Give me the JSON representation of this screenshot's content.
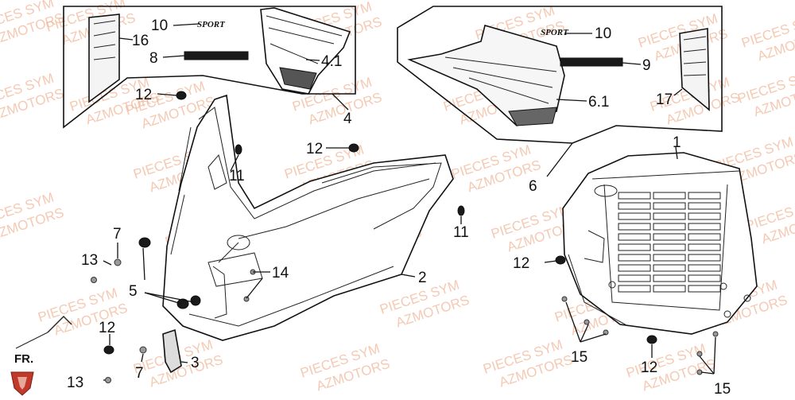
{
  "watermark": {
    "line1": "PIECES SYM",
    "line2": "AZMOTORS"
  },
  "decal_text": "SPORT",
  "direction_label": "FR.",
  "colors": {
    "watermark": "#f2b89a",
    "ink": "#111111",
    "logo": "#c0392b"
  },
  "callouts": [
    {
      "id": "c16",
      "label": "16"
    },
    {
      "id": "c10a",
      "label": "10"
    },
    {
      "id": "c8",
      "label": "8"
    },
    {
      "id": "c41",
      "label": "4.1"
    },
    {
      "id": "c4",
      "label": "4"
    },
    {
      "id": "c10b",
      "label": "10"
    },
    {
      "id": "c9",
      "label": "9"
    },
    {
      "id": "c61",
      "label": "6.1"
    },
    {
      "id": "c17",
      "label": "17"
    },
    {
      "id": "c6",
      "label": "6"
    },
    {
      "id": "c12a",
      "label": "12"
    },
    {
      "id": "c11a",
      "label": "11"
    },
    {
      "id": "c12b",
      "label": "12"
    },
    {
      "id": "c11b",
      "label": "11"
    },
    {
      "id": "c1",
      "label": "1"
    },
    {
      "id": "c7a",
      "label": "7"
    },
    {
      "id": "c13a",
      "label": "13"
    },
    {
      "id": "c14",
      "label": "14"
    },
    {
      "id": "c5",
      "label": "5"
    },
    {
      "id": "c2",
      "label": "2"
    },
    {
      "id": "c12c",
      "label": "12"
    },
    {
      "id": "c12d",
      "label": "12"
    },
    {
      "id": "c7b",
      "label": "7"
    },
    {
      "id": "c3",
      "label": "3"
    },
    {
      "id": "c13b",
      "label": "13"
    },
    {
      "id": "c15a",
      "label": "15"
    },
    {
      "id": "c12e",
      "label": "12"
    },
    {
      "id": "c15b",
      "label": "15"
    }
  ]
}
